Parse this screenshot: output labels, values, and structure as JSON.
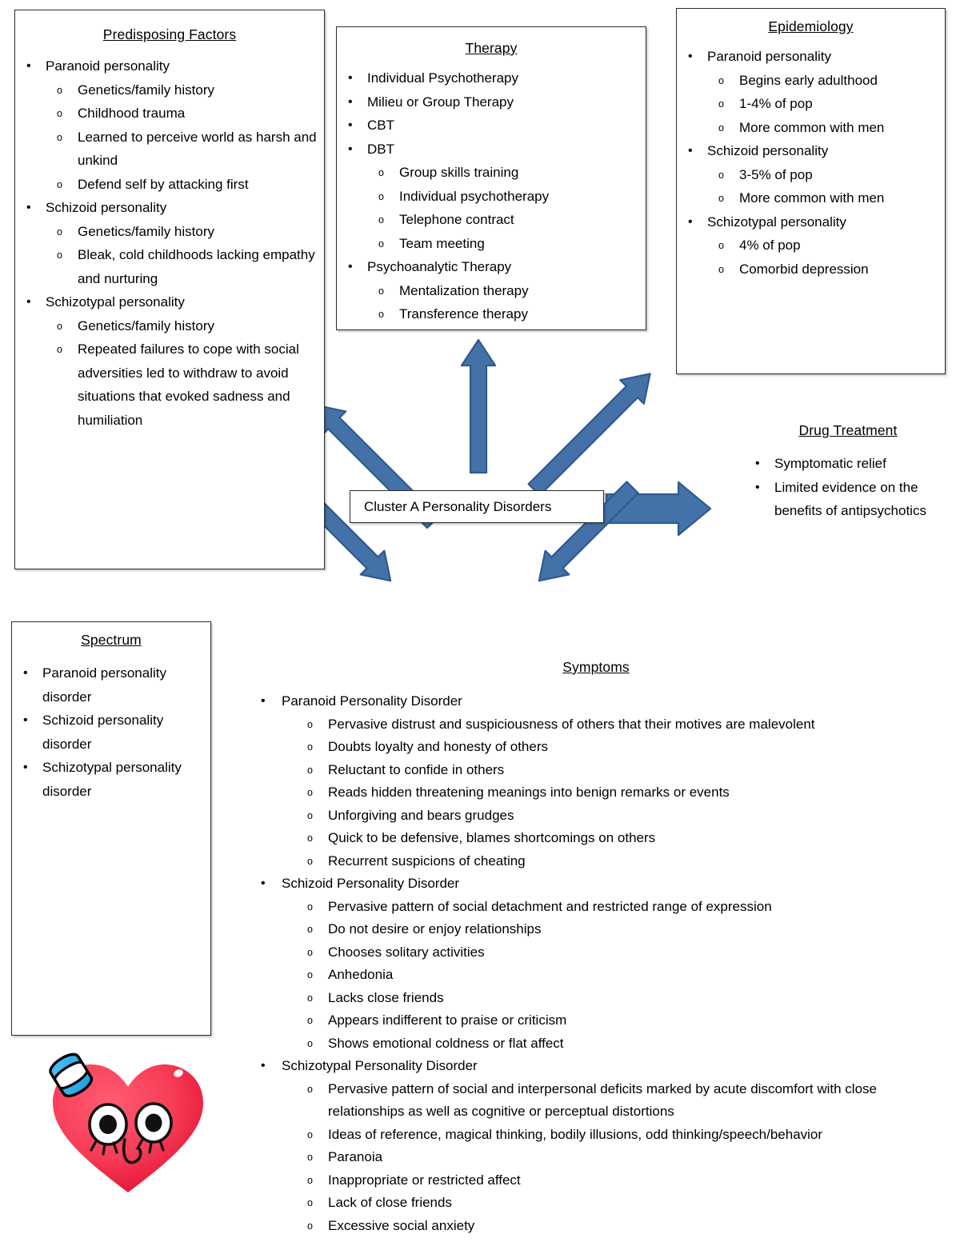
{
  "center": {
    "label": "Cluster A Personality Disorders"
  },
  "colors": {
    "arrow_fill": "#4472A8",
    "arrow_stroke": "#2E5A8E",
    "box_border": "#2b2b2b",
    "heart_red": "#F43B54",
    "heart_deep": "#E01E3C",
    "cap_blue": "#29A8E0",
    "text": "#000000"
  },
  "predisposing": {
    "title": "Predisposing Factors",
    "items": [
      {
        "label": "Paranoid personality",
        "sub": [
          "Genetics/family history",
          "Childhood trauma",
          "Learned to perceive world as harsh and unkind",
          "Defend self by attacking first"
        ]
      },
      {
        "label": "Schizoid personality",
        "sub": [
          "Genetics/family history",
          "Bleak, cold childhoods lacking empathy and nurturing"
        ]
      },
      {
        "label": "Schizotypal personality",
        "sub": [
          "Genetics/family history",
          "Repeated failures to cope with social adversities led to withdraw to avoid situations that evoked sadness and humiliation"
        ]
      }
    ]
  },
  "therapy": {
    "title": "Therapy",
    "items": [
      {
        "label": "Individual Psychotherapy",
        "sub": []
      },
      {
        "label": "Milieu or Group Therapy",
        "sub": []
      },
      {
        "label": "CBT",
        "sub": []
      },
      {
        "label": "DBT",
        "sub": [
          "Group skills training",
          "Individual psychotherapy",
          "Telephone contract",
          "Team meeting"
        ]
      },
      {
        "label": "Psychoanalytic Therapy",
        "sub": [
          "Mentalization therapy",
          "Transference therapy"
        ]
      }
    ]
  },
  "epidemiology": {
    "title": "Epidemiology",
    "items": [
      {
        "label": "Paranoid personality",
        "sub": [
          "Begins early adulthood",
          "1-4% of pop",
          "More common with men"
        ]
      },
      {
        "label": "Schizoid personality",
        "sub": [
          "3-5% of pop",
          "More common with men"
        ]
      },
      {
        "label": "Schizotypal personality",
        "sub": [
          "4% of pop",
          "Comorbid depression"
        ]
      }
    ]
  },
  "drug_treatment": {
    "title": "Drug Treatment",
    "items": [
      {
        "label": "Symptomatic relief",
        "sub": []
      },
      {
        "label": "Limited evidence on the benefits of antipsychotics",
        "sub": []
      }
    ]
  },
  "spectrum": {
    "title": "Spectrum",
    "items": [
      {
        "label": "Paranoid personality disorder",
        "sub": []
      },
      {
        "label": "Schizoid personality disorder",
        "sub": []
      },
      {
        "label": "Schizotypal personality disorder",
        "sub": []
      }
    ]
  },
  "symptoms": {
    "title": "Symptoms",
    "items": [
      {
        "label": "Paranoid Personality Disorder",
        "sub": [
          "Pervasive distrust and suspiciousness of others that their motives are malevolent",
          "Doubts loyalty and honesty of others",
          "Reluctant to confide in others",
          "Reads hidden threatening meanings into benign remarks or events",
          "Unforgiving and bears grudges",
          "Quick to be defensive, blames shortcomings on others",
          "Recurrent suspicions of cheating"
        ]
      },
      {
        "label": "Schizoid Personality Disorder",
        "sub": [
          "Pervasive pattern of social detachment and restricted range of expression",
          "Do not desire or enjoy relationships",
          "Chooses solitary activities",
          "Anhedonia",
          "Lacks close friends",
          "Appears indifferent to praise or criticism",
          "Shows emotional coldness or flat affect"
        ]
      },
      {
        "label": "Schizotypal Personality Disorder",
        "sub": [
          "Pervasive pattern of social and interpersonal deficits marked by acute discomfort with close relationships as well as cognitive or perceptual distortions",
          "Ideas of reference, magical thinking, bodily illusions, odd thinking/speech/behavior",
          "Paranoia",
          "Inappropriate or restricted affect",
          "Lack of close friends",
          "Excessive social anxiety"
        ]
      }
    ]
  }
}
